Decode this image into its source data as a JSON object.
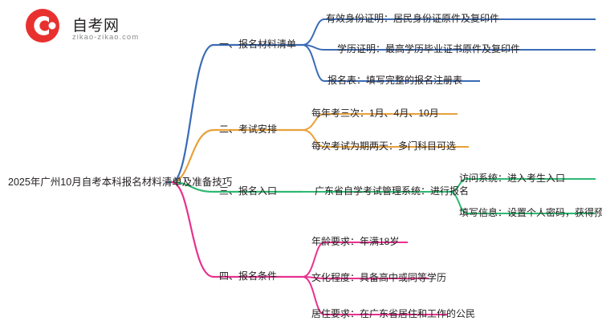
{
  "brand": {
    "name": "自考网",
    "domain": "zikao-zikao.com",
    "logo_icon": "circle-c-logo-icon",
    "logo_color": "#e8312f"
  },
  "root": {
    "label": "2025年广州10月自考本科报名材料清单及准备技巧"
  },
  "colors": {
    "branch1": "#3b6bb5",
    "branch2": "#e8a13a",
    "branch3": "#2eb872",
    "branch4": "#e8318f",
    "text": "#231f20"
  },
  "branches": [
    {
      "label": "一、报名材料清单",
      "color": "#3b6bb5",
      "children": [
        {
          "label": "有效身份证明：居民身份证原件及复印件"
        },
        {
          "label": "学历证明：最高学历毕业证书原件及复印件"
        },
        {
          "label": "报名表：填写完整的报名注册表"
        }
      ]
    },
    {
      "label": "二、考试安排",
      "color": "#e8a13a",
      "children": [
        {
          "label": "每年考三次：1月、4月、10月"
        },
        {
          "label": "每次考试为期两天：多门科目可选"
        }
      ]
    },
    {
      "label": "三、报名入口",
      "color": "#2eb872",
      "children": [
        {
          "label": "广东省自学考试管理系统：进行报名",
          "children": [
            {
              "label": "访问系统：进入考生入口"
            },
            {
              "label": "填写信息：设置个人密码，获得预报名号"
            }
          ]
        }
      ]
    },
    {
      "label": "四、报名条件",
      "color": "#e8318f",
      "children": [
        {
          "label": "年龄要求：年满18岁"
        },
        {
          "label": "文化程度：具备高中或同等学历"
        },
        {
          "label": "居住要求：在广东省居住和工作的公民"
        }
      ]
    }
  ]
}
